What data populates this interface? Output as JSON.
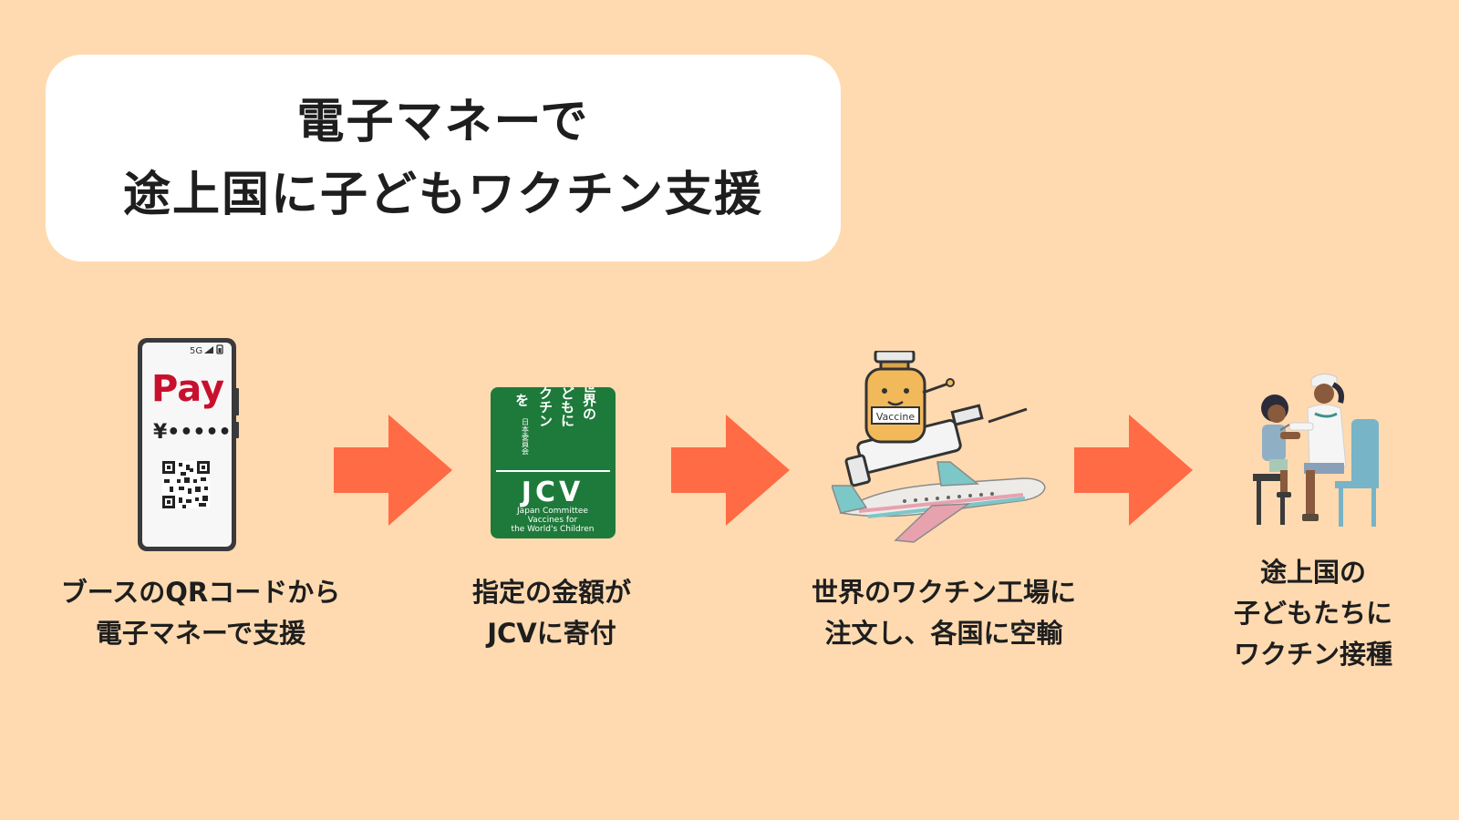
{
  "title": {
    "line1": "電子マネーで",
    "line2": "途上国に子どもワクチン支援"
  },
  "steps": [
    {
      "lines": [
        "ブースのQRコードから",
        "電子マネーで支援"
      ]
    },
    {
      "lines": [
        "指定の金額が",
        "JCVに寄付"
      ]
    },
    {
      "lines": [
        "世界のワクチン工場に",
        "注文し、各国に空輸"
      ]
    },
    {
      "lines": [
        "途上国の",
        "子どもたちに",
        "ワクチン接種"
      ]
    }
  ],
  "phone": {
    "status": "5G",
    "pay_label": "Pay",
    "amount": "¥•••••"
  },
  "jcv_logo": {
    "col1": "世界の",
    "col2": "子どもに",
    "col3": "ワクチン",
    "col4": "を",
    "small": "日本委員会",
    "abbr": "JCV",
    "en1": "Japan Committee",
    "en2": "Vaccines for",
    "en3": "the World's Children"
  },
  "vaccine_label": "Vaccine",
  "colors": {
    "background": "#FFDAB0",
    "arrow": "#FF6B45",
    "logo_green": "#1E7A3A",
    "pay_red": "#C8102E"
  }
}
